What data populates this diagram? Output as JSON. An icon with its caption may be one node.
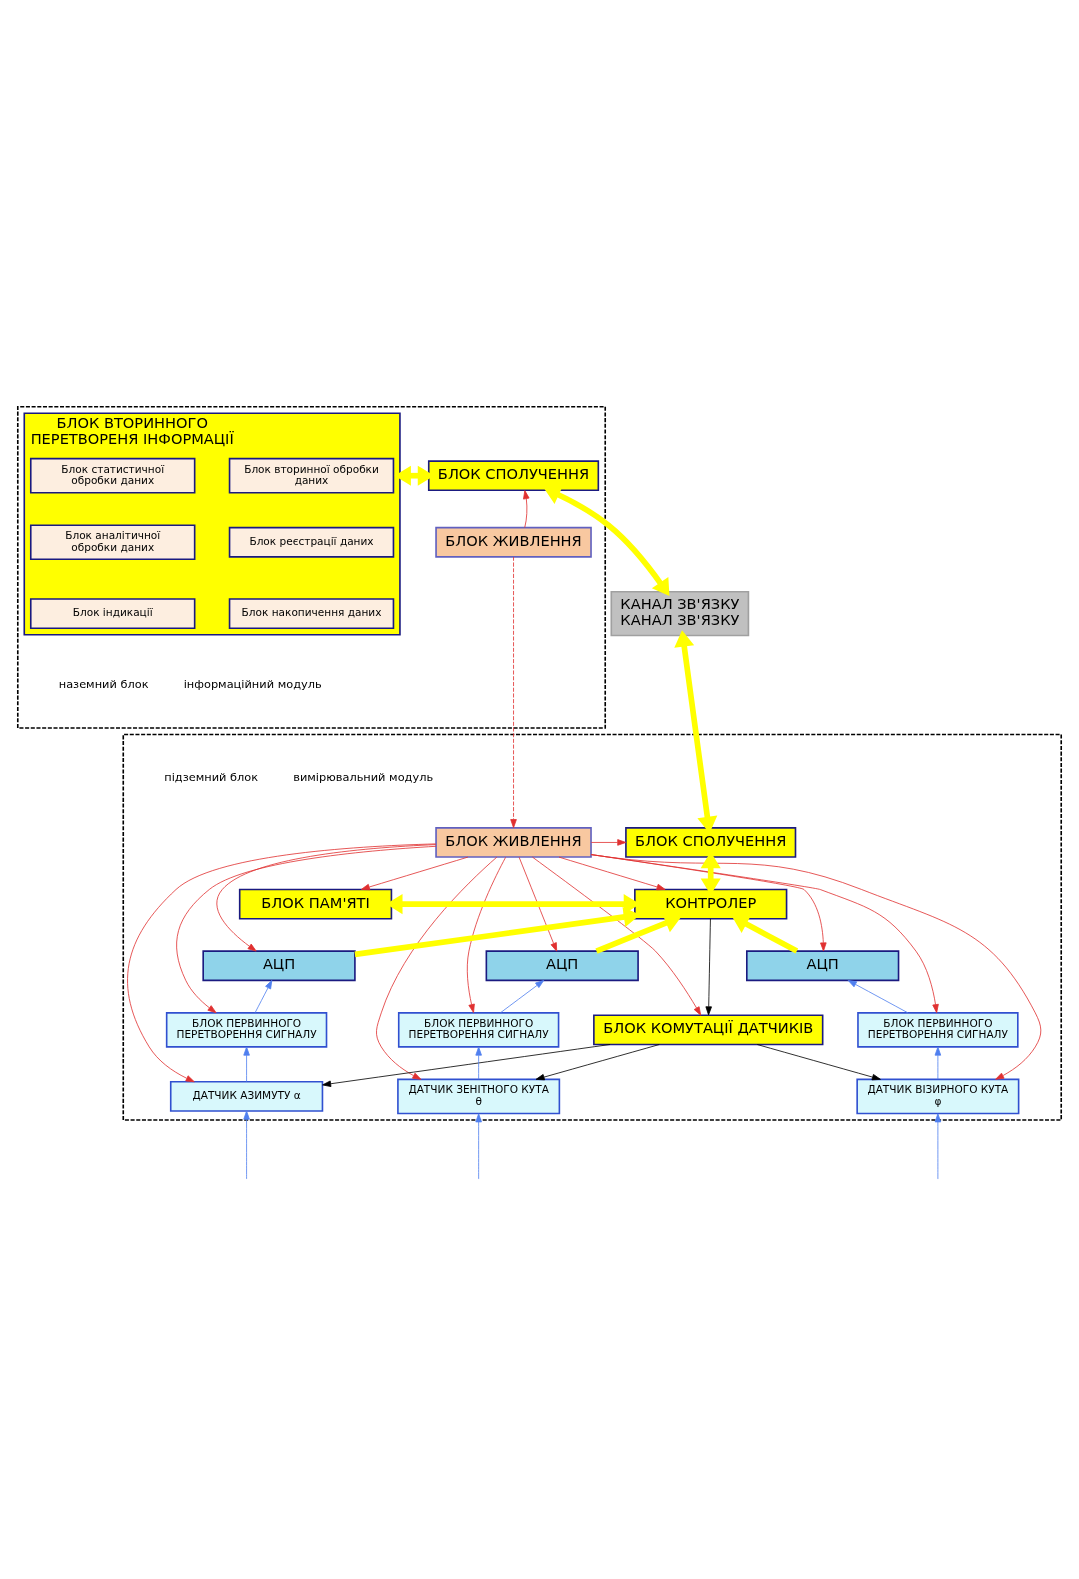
{
  "diagram": {
    "nodes": [
      {
        "text": [
          "КАНАЛ ЗВ'ЯЗКУ",
          "КАНАЛ ЗВ'ЯЗКУ"
        ]
      },
      {
        "text": [
          "наземний блок",
          "інформаційний модуль"
        ]
      },
      {
        "text": [
          "БЛОК СПОЛУЧЕННЯ"
        ],
        "in": 1
      },
      {
        "text": [
          "БЛОК ЖИВЛЕННЯ"
        ],
        "in": 1
      },
      {
        "text": [
          "БЛОК ВТОРИННОГО ПЕРЕТВОРЕНЯ ІНФОРМАЦІЇ"
        ],
        "in": 1
      },
      {
        "text": [
          "Блок вторинної обробки даних"
        ],
        "in": 4
      },
      {
        "text": [
          "Блок статистичної обробки даних"
        ],
        "in": 4
      },
      {
        "text": [
          "Блок реєстрації даних"
        ],
        "in": 4
      },
      {
        "text": [
          "Блок аналітичної обробки даних"
        ],
        "in": 4
      },
      {
        "text": [
          "Блок накопичення даних"
        ],
        "in": 4
      },
      {
        "text": [
          "Блок індикації"
        ],
        "in": 4
      },
      {
        "text": [
          "підземний блок",
          "вимірювальний модуль"
        ]
      },
      {
        "text": [
          "БЛОК ЖИВЛЕННЯ"
        ],
        "in": 11
      },
      {
        "text": [
          "БЛОК СПОЛУЧЕННЯ"
        ],
        "in": 11
      },
      {
        "text": [
          "БЛОК ПАМ'ЯТІ"
        ],
        "in": 11
      },
      {
        "text": [
          "КОНТРОЛЕР"
        ],
        "in": 11
      },
      {
        "text": [
          "БЛОК КОМУТАЦІЇ ДАТЧИКІВ"
        ],
        "in": 11
      },
      {
        "text": [
          "АЦП"
        ],
        "in": 11
      },
      {
        "text": [
          "АЦП"
        ],
        "in": 11
      },
      {
        "text": [
          "АЦП"
        ],
        "in": 11
      },
      {
        "text": [
          "БЛОК ПЕРВИННОГО ПЕРЕТВОРЕННЯ СИГНАЛУ"
        ],
        "in": 11
      },
      {
        "text": [
          "БЛОК ПЕРВИННОГО ПЕРЕТВОРЕННЯ СИГНАЛУ"
        ],
        "in": 11
      },
      {
        "text": [
          "БЛОК ПЕРВИННОГО ПЕРЕТВОРЕННЯ СИГНАЛУ"
        ],
        "in": 11
      },
      {
        "text": [
          "ДАТЧИК АЗИМУТУ α"
        ],
        "in": 11
      },
      {
        "text": [
          "ДАТЧИК ЗЕНІТНОГО КУТА θ"
        ],
        "in": 11
      },
      {
        "text": [
          "ДАТЧИК ВІЗИРНОГО КУТА φ"
        ],
        "in": 11
      }
    ],
    "edges": [
      {
        "from": 0,
        "to": 2,
        "arrow": "both",
        "style": "thick",
        "color": "#ffff00"
      },
      {
        "from": 2,
        "to": 4,
        "arrow": "both",
        "style": "thick",
        "color": "#ffff00"
      },
      {
        "from": 3,
        "to": 2,
        "arrow": "to"
      },
      {
        "from": 3,
        "to": 12,
        "arrow": "to",
        "style": "dashed"
      },
      {
        "from": 0,
        "to": 13,
        "arrow": "both",
        "style": "thick",
        "color": "#ffff00"
      },
      {
        "from": 13,
        "to": 15,
        "arrow": "both",
        "style": "thick",
        "color": "#ffff00"
      },
      {
        "from": 14,
        "to": 15,
        "arrow": "both",
        "style": "thick",
        "color": "#ffff00"
      },
      {
        "from": 12,
        "to": 13,
        "arrow": "to"
      },
      {
        "from": 12,
        "to": 15,
        "arrow": "to"
      },
      {
        "from": 12,
        "to": 14,
        "arrow": "to"
      },
      {
        "from": 12,
        "to": 16,
        "arrow": "to"
      },
      {
        "from": 15,
        "to": 16,
        "arrow": "to",
        "color": "#000000"
      },
      {
        "from": 17,
        "to": 15,
        "arrow": "to",
        "style": "thick",
        "color": "#ffff00"
      },
      {
        "from": 18,
        "to": 15,
        "arrow": "to",
        "style": "thick",
        "color": "#ffff00"
      },
      {
        "from": 19,
        "to": 15,
        "arrow": "to",
        "style": "thick",
        "color": "#ffff00"
      },
      {
        "from": 12,
        "to": 17,
        "arrow": "to"
      },
      {
        "from": 12,
        "to": 18,
        "arrow": "to"
      },
      {
        "from": 12,
        "to": 19,
        "arrow": "to"
      },
      {
        "from": 20,
        "to": 17,
        "arrow": "to",
        "color": "#4f7fef"
      },
      {
        "from": 21,
        "to": 18,
        "arrow": "to",
        "color": "#4f7fef"
      },
      {
        "from": 22,
        "to": 19,
        "arrow": "to",
        "color": "#4f7fef"
      },
      {
        "from": 12,
        "to": 20,
        "arrow": "to"
      },
      {
        "from": 12,
        "to": 21,
        "arrow": "to"
      },
      {
        "from": 12,
        "to": 22,
        "arrow": "to"
      },
      {
        "from": 23,
        "to": 20,
        "arrow": "to",
        "color": "#4f7fef"
      },
      {
        "from": 24,
        "to": 21,
        "arrow": "to",
        "color": "#4f7fef"
      },
      {
        "from": 25,
        "to": 22,
        "arrow": "to",
        "color": "#4f7fef"
      },
      {
        "from": 16,
        "to": 23,
        "arrow": "to",
        "color": "#000000"
      },
      {
        "from": 16,
        "to": 24,
        "arrow": "to",
        "color": "#000000"
      },
      {
        "from": 16,
        "to": 25,
        "arrow": "to",
        "color": "#000000"
      },
      {
        "from": 12,
        "to": 23,
        "arrow": "to"
      },
      {
        "from": 12,
        "to": 24,
        "arrow": "to"
      },
      {
        "from": 12,
        "to": 25,
        "arrow": "to"
      },
      {
        "from": null,
        "to": 23,
        "arrow": "to",
        "color": "#4f7fef"
      },
      {
        "from": null,
        "to": 24,
        "arrow": "to",
        "color": "#4f7fef"
      },
      {
        "from": null,
        "to": 25,
        "arrow": "to",
        "color": "#4f7fef"
      }
    ]
  }
}
